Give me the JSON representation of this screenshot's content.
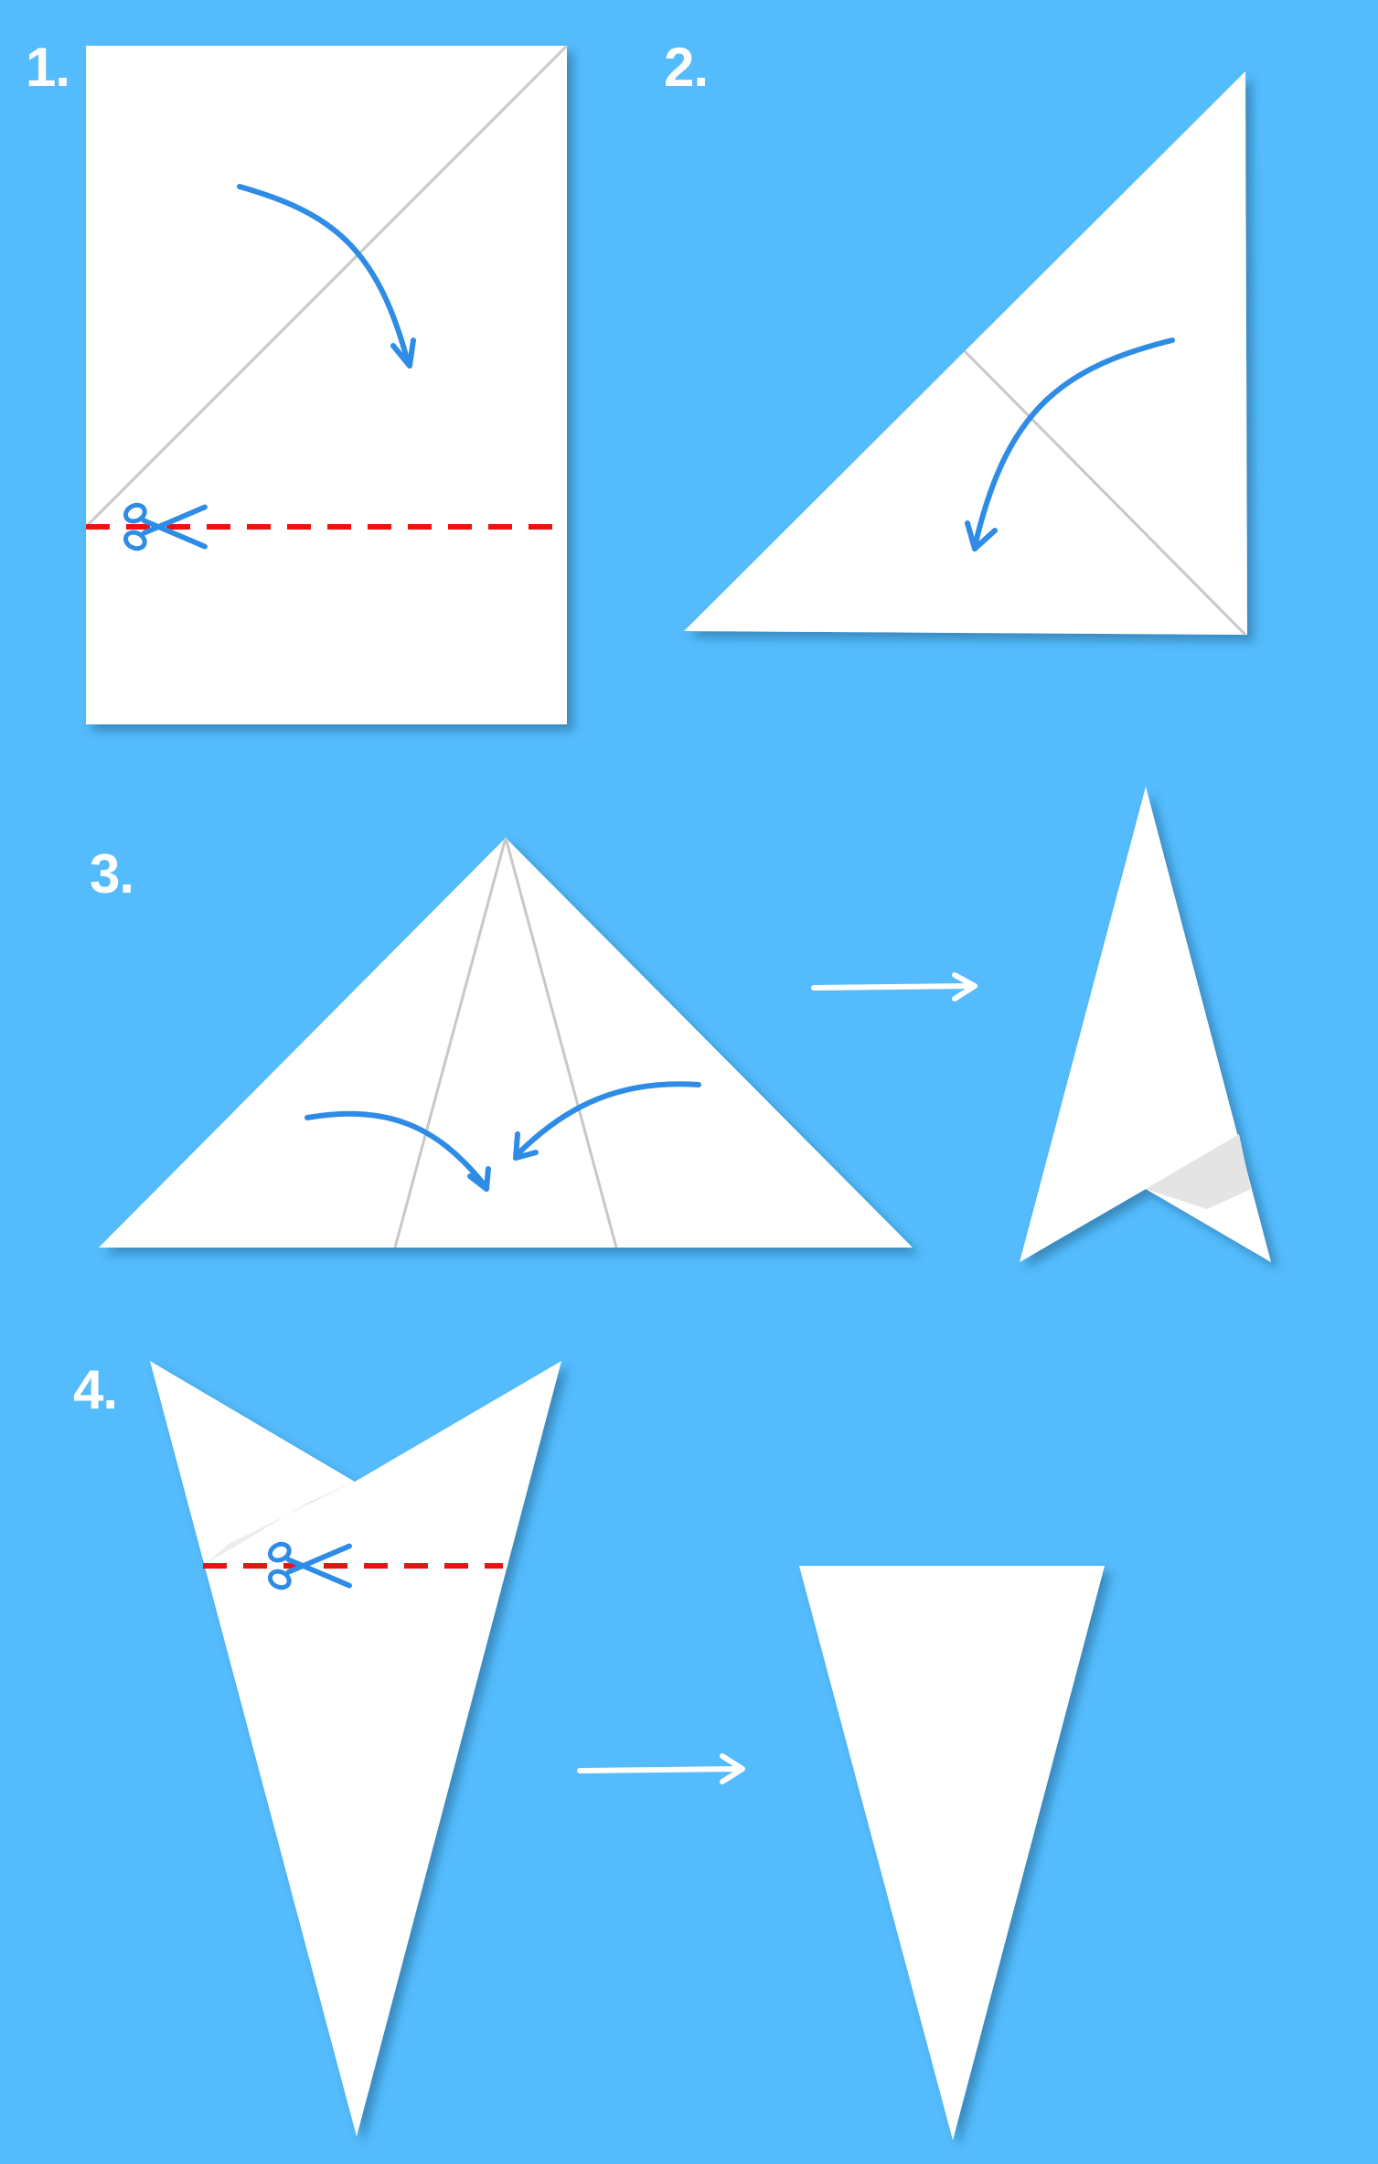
{
  "steps": [
    {
      "label": "1."
    },
    {
      "label": "2."
    },
    {
      "label": "3."
    },
    {
      "label": "4."
    }
  ],
  "colors": {
    "background": "#54bbfc",
    "paper": "#ffffff",
    "crease": "#c8c8c8",
    "fold_arrow": "#2e8ce6",
    "cut_line": "#ee1111",
    "scissors": "#2e8ce6",
    "result_arrow": "#ffffff"
  },
  "icons": [
    "scissors-icon",
    "fold-arrow-icon",
    "result-arrow-icon"
  ]
}
